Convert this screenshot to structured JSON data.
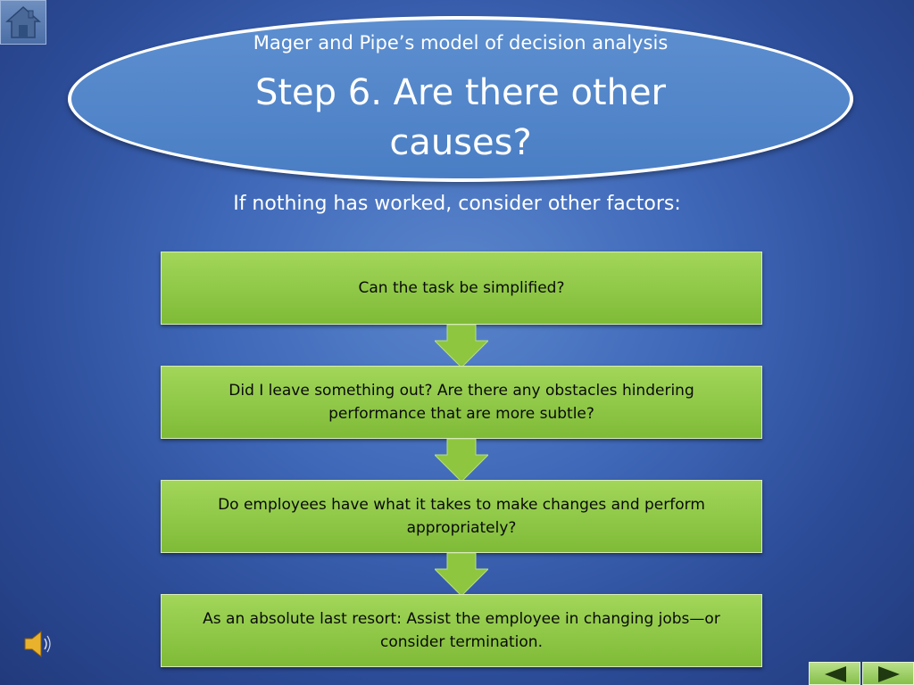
{
  "header": {
    "subtitle": "Mager and Pipe’s model of decision analysis",
    "title": "Step 6.  Are there other causes?"
  },
  "intro": "If nothing has worked, consider other factors:",
  "steps": [
    {
      "text": "Can the task be simplified?"
    },
    {
      "text": "Did I leave something out?  Are there any obstacles hindering performance that are more subtle?"
    },
    {
      "text": "Do employees have what it takes to make changes and perform appropriately?"
    },
    {
      "text": "As an absolute last resort:  Assist the employee in changing jobs—or consider termination."
    }
  ],
  "icons": {
    "home": "home-icon",
    "sound": "speaker-icon",
    "previous": "arrow-left-icon",
    "next": "arrow-right-icon"
  },
  "colors": {
    "background": "#3f68b8",
    "ellipse": "#5187c8",
    "box": "#92cb4a",
    "arrow": "#8ec63f"
  }
}
